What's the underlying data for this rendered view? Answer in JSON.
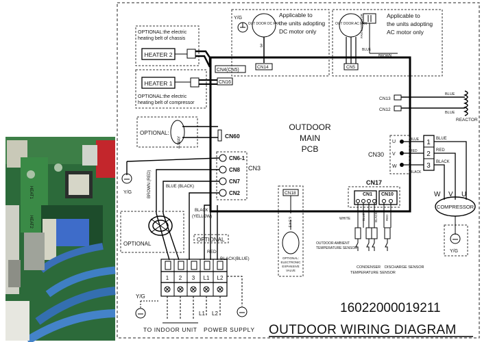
{
  "photo": {
    "labels": {
      "heat1": "HEAT1",
      "heat2": "HEAT2"
    }
  },
  "main_pcb": {
    "line1": "OUTDOOR",
    "line2": "MAIN",
    "line3": "PCB"
  },
  "heaters": {
    "heater2": "HEATER 2",
    "heater1": "HEATER 1",
    "note_chassis_1": "OPTIONAL:the electric",
    "note_chassis_2": "heating belt of chassis",
    "note_compressor_1": "OPTIONAL:the electric",
    "note_compressor_2": "heating belt of compressor"
  },
  "fans": {
    "dc_fan": "OUT DOOR DC FAN",
    "dc_note_1": "Applicable to",
    "dc_note_2": "the units adopting",
    "dc_note_3": "DC motor only",
    "ac_fan": "OUT DOOR AC FAN",
    "ac_note_1": "Applicable to",
    "ac_note_2": "the units adopting",
    "ac_note_3": "AC motor only",
    "fan_capacitor": "FAN CAPACITOR",
    "brown": "BROWN",
    "blue": "BLUE",
    "yg": "Y/G",
    "dc_pin": "3"
  },
  "connectors": {
    "cn4": "CN4(CN5)",
    "cn16": "CN16",
    "cn14": "CN14",
    "cn5": "CN5",
    "cn13": "CN13",
    "cn12": "CN12",
    "cn60": "CN60",
    "cn61": "CN6-1",
    "cn8": "CN8",
    "cn7": "CN7",
    "cn2": "CN2",
    "cn3": "CN3",
    "cn30": "CN30",
    "cn17": "CN17",
    "cn1": "CN1",
    "cn10": "CN10",
    "cn18": "CN18"
  },
  "four_way": {
    "label": "OPTIONAL:",
    "valve": "4-WAY"
  },
  "reactor": {
    "label": "REACTOR",
    "wire1": "BLUE",
    "wire2": "BLUE"
  },
  "compressor": {
    "label": "COMPRESSOR",
    "w": "W",
    "v": "V",
    "u": "U",
    "pins": [
      "1",
      "2",
      "3"
    ],
    "wires": [
      "BLUE",
      "RED",
      "BLACK"
    ],
    "terminals": [
      "U",
      "V",
      "W"
    ],
    "ground": "Y/G"
  },
  "wires": {
    "brown_red": "BROWN (RED)",
    "blue_black": "BLUE (BLACK)",
    "black_yellow_1": "BLACK",
    "black_yellow_2": "(YELLOW)",
    "red": "RED",
    "black_blue": "BLACK(BLUE)",
    "yg": "Y/G",
    "white": "WHITE",
    "blue": "BLUE",
    "black": "BLACK",
    "red2": "RED"
  },
  "optional_ferrite": "OPTIONAL",
  "optional_block": "OPTIONAL",
  "terminal_block": {
    "labels": [
      "1",
      "2",
      "3",
      "L1",
      "L2"
    ]
  },
  "sensors": {
    "ambient_1": "OUTDOOR AMBIENT",
    "ambient_2": "TEMPERATURE SENSOR",
    "condenser_1": "CONDENSER",
    "condenser_2": "TEMPERATURE SENSOR",
    "discharge": "DISCHARGE SENSOR"
  },
  "valve": {
    "line1": "OPTIONAL:",
    "line2": "ELECTRONIC",
    "line3": "EXPANSIVE",
    "line4": "VALVE",
    "pins": "6 5 4 3"
  },
  "bottom": {
    "yg": "Y/G",
    "l1": "L1",
    "l2": "L2",
    "to_indoor": "TO INDOOR UNIT",
    "power_supply": "POWER SUPPLY"
  },
  "code": "16022000019211",
  "title": "OUTDOOR WIRING DIAGRAM"
}
